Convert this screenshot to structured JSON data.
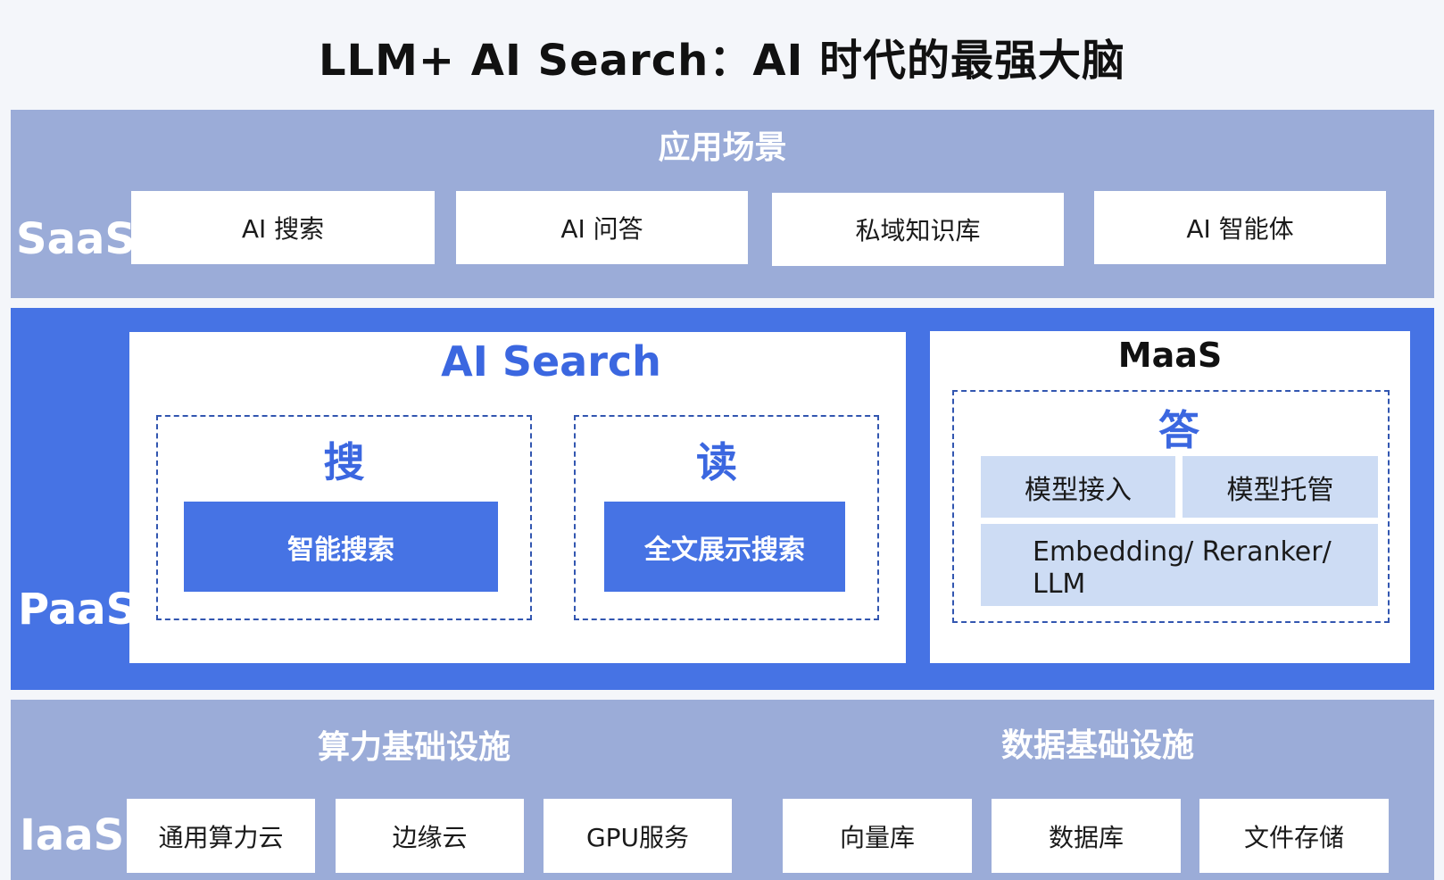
{
  "title": "LLM+ AI Search：AI 时代的最强大脑",
  "saas": {
    "label": "SaaS",
    "heading": "应用场景",
    "items": [
      "AI 搜索",
      "AI 问答",
      "私域知识库",
      "AI 智能体"
    ]
  },
  "paas": {
    "label": "PaaS",
    "ai_search": {
      "title": "AI Search",
      "search": {
        "heading": "搜",
        "button": "智能搜索"
      },
      "read": {
        "heading": "读",
        "button": "全文展示搜索"
      }
    },
    "maas": {
      "title": "MaaS",
      "answer_heading": "答",
      "model_access": "模型接入",
      "model_hosting": "模型托管",
      "models_line1": "Embedding/ Reranker/",
      "models_line2": "LLM"
    }
  },
  "iaas": {
    "label": "IaaS",
    "compute": {
      "heading": "算力基础设施",
      "items": [
        "通用算力云",
        "边缘云",
        "GPU服务"
      ]
    },
    "data": {
      "heading": "数据基础设施",
      "items": [
        "向量库",
        "数据库",
        "文件存储"
      ]
    }
  },
  "colors": {
    "layer_light": "#9bacd8",
    "layer_blue": "#4673e4",
    "accent_text": "#3b67e0",
    "light_box": "#cddcf4"
  }
}
